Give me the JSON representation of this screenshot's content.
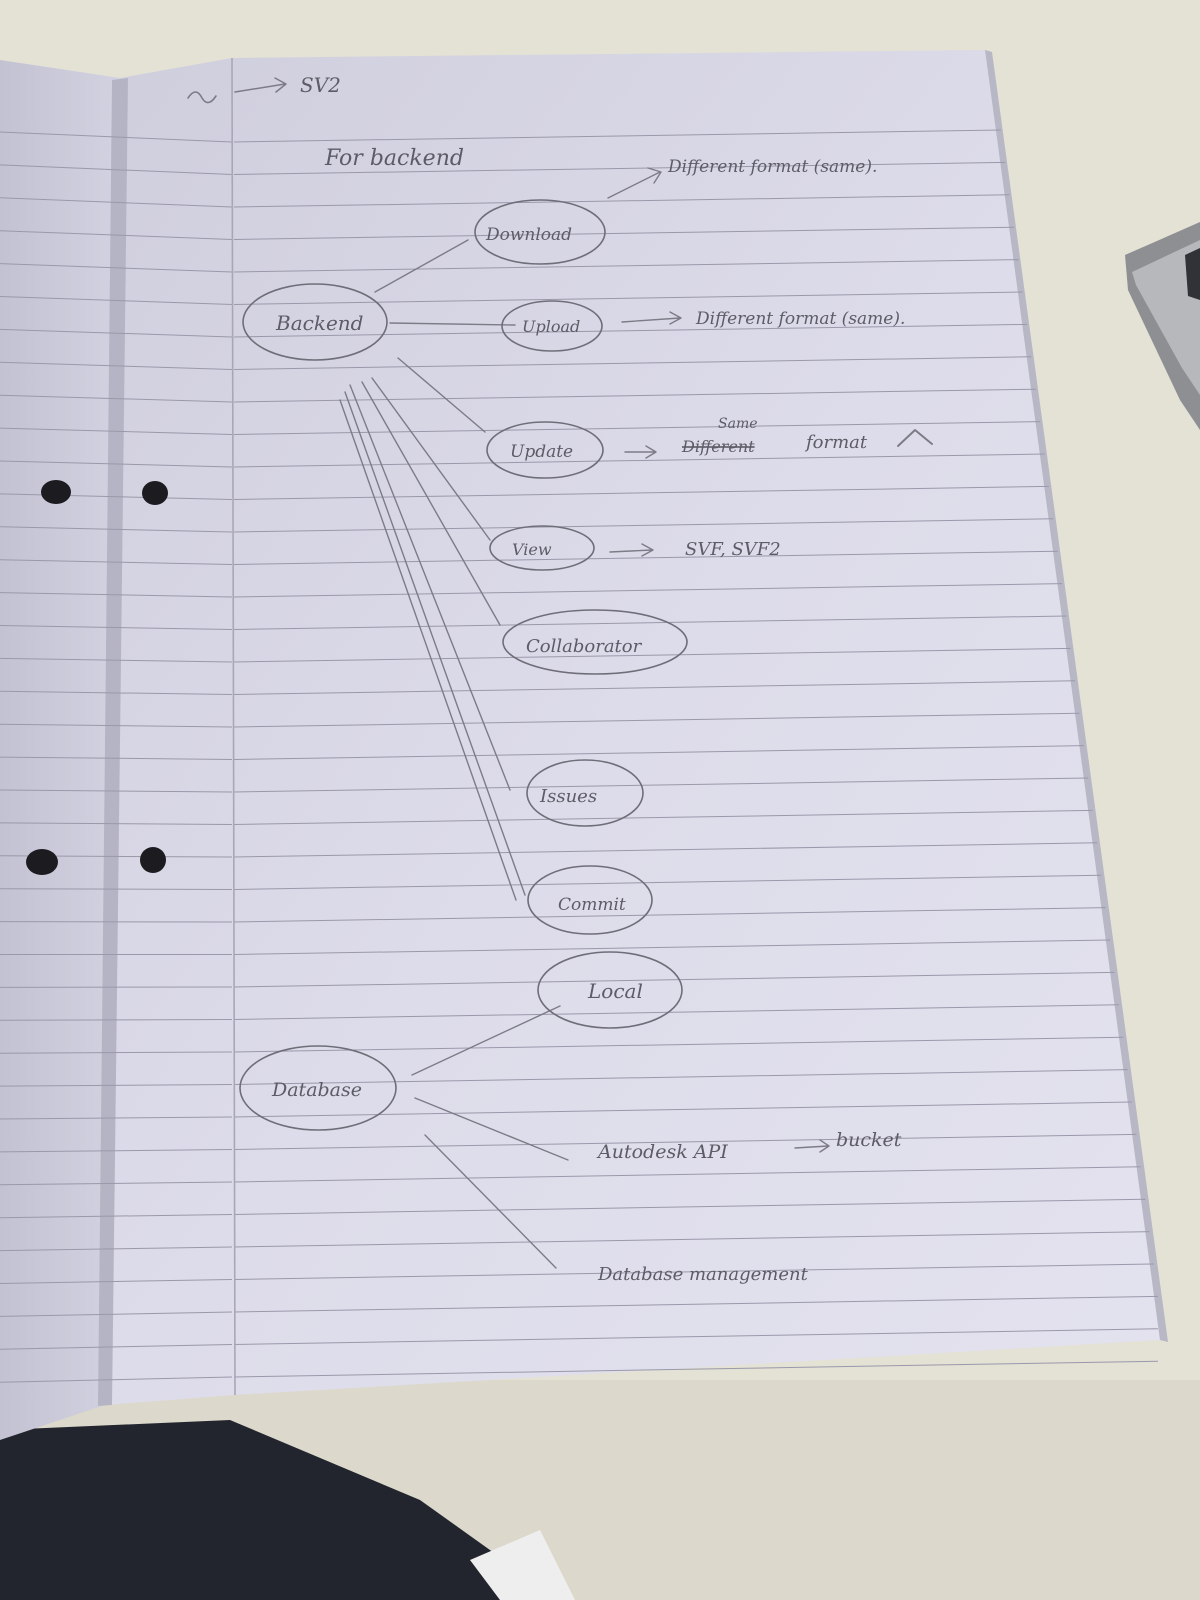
{
  "notebook": {
    "top_note": "SV2",
    "heading": "For backend",
    "backend_node": "Backend",
    "backend_branches": [
      {
        "label": "Download",
        "note": "Different format (same)."
      },
      {
        "label": "Upload",
        "note": "Different format (same)."
      },
      {
        "label": "Update",
        "note": "format",
        "note_struck": "Different",
        "note_above": "Same"
      },
      {
        "label": "View",
        "note": "SVF, SVF2"
      },
      {
        "label": "Collaborator"
      },
      {
        "label": "Issues"
      },
      {
        "label": "Commit"
      }
    ],
    "database_node": "Database",
    "database_branches": [
      {
        "label": "Local"
      },
      {
        "label": "Autodesk API",
        "note": "bucket"
      },
      {
        "label": "Database management"
      }
    ]
  },
  "colors": {
    "desk": "#e4e1d5",
    "paper": "#d9d8e6",
    "rule_line": "#9a99ab",
    "margin_line": "#a8a7b6",
    "pencil": "#5d5c66",
    "hole": "#1c1b20",
    "laptop": "#8d8f93",
    "sleeve": "#22252e"
  }
}
